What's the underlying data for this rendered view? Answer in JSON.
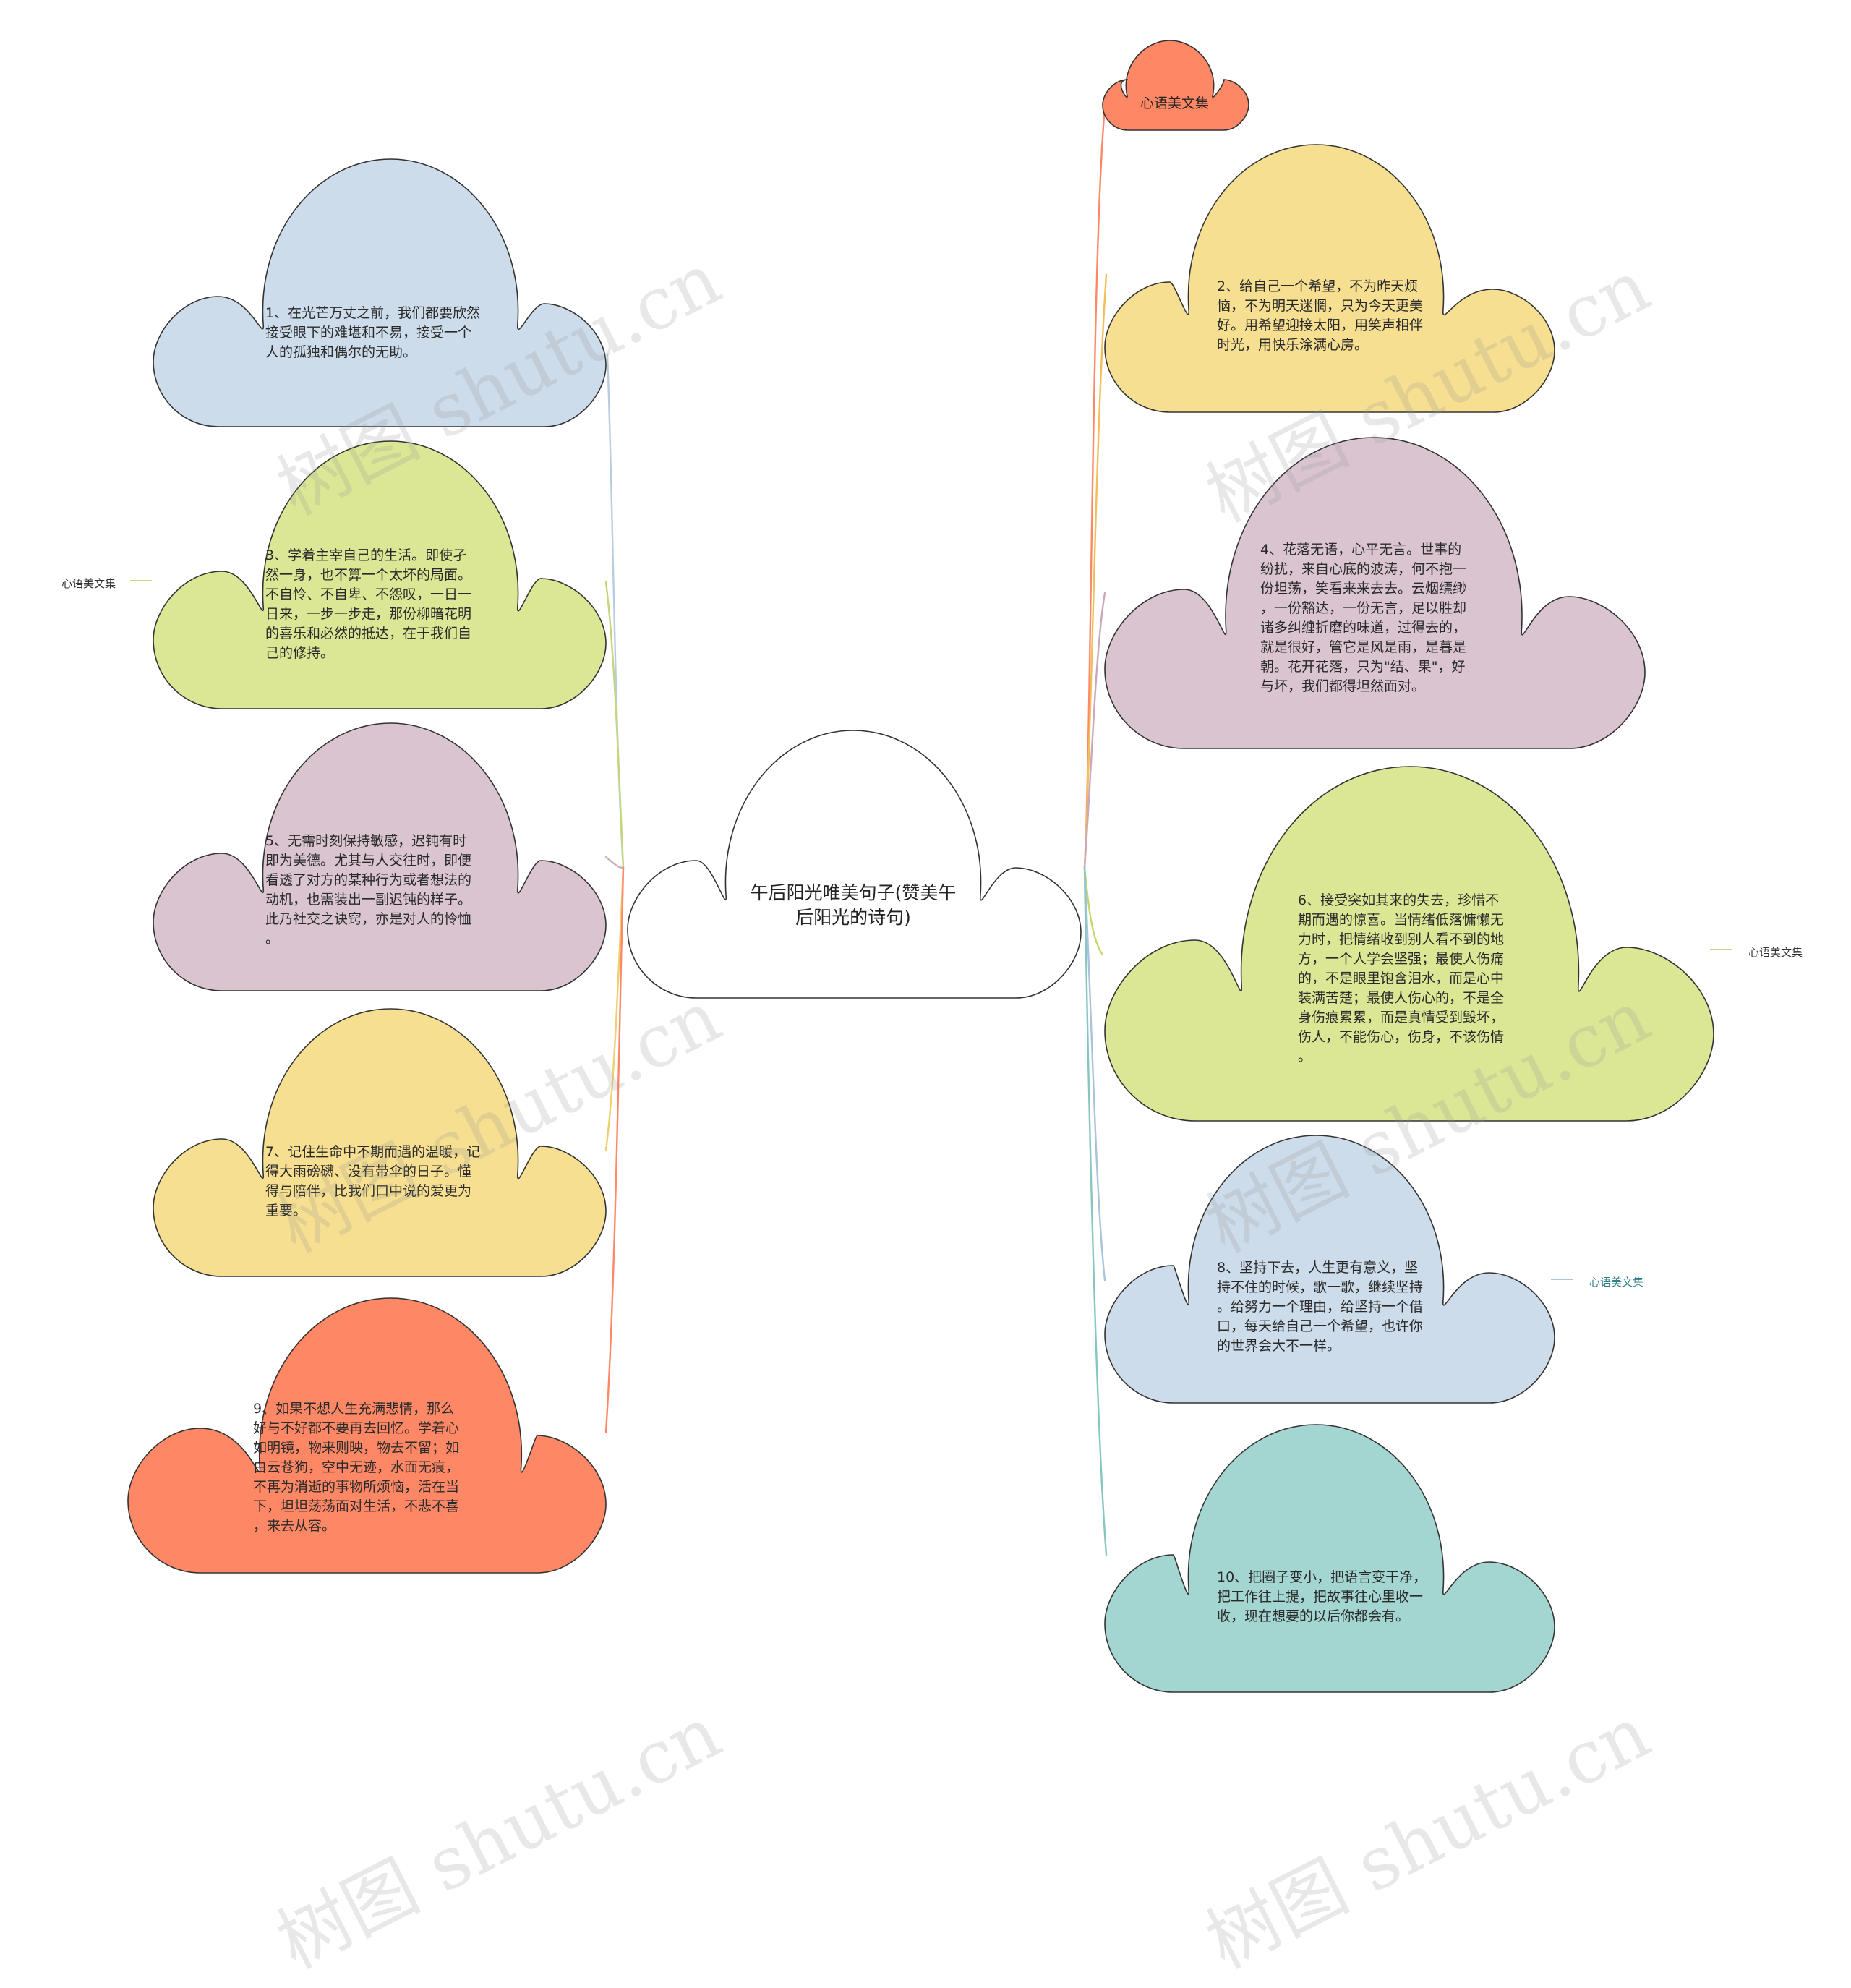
{
  "center": {
    "text": "午后阳光唯美句子(赞美午\n后阳光的诗句)"
  },
  "tags": {
    "top_right": "心语美文集",
    "left": "心语美文集",
    "right_mid": "心语美文集",
    "right_low": "心语美文集"
  },
  "nodes": {
    "n1": "1、在光芒万丈之前，我们都要欣然\n接受眼下的难堪和不易，接受一个\n人的孤独和偶尔的无助。",
    "n2": "2、给自己一个希望，不为昨天烦\n恼，不为明天迷惘，只为今天更美\n好。用希望迎接太阳，用笑声相伴\n时光，用快乐涂满心房。",
    "n3": "3、学着主宰自己的生活。即使孑\n然一身，也不算一个太坏的局面。\n不自怜、不自卑、不怨叹，一日一\n日来，一步一步走，那份柳暗花明\n的喜乐和必然的抵达，在于我们自\n己的修持。",
    "n4": "4、花落无语，心平无言。世事的\n纷扰，来自心底的波涛，何不抱一\n份坦荡，笑看来来去去。云烟缥缈\n，一份豁达，一份无言，足以胜却\n诸多纠缠折磨的味道，过得去的，\n就是很好，管它是风是雨，是暮是\n朝。花开花落，只为\"结、果\"，好\n与坏，我们都得坦然面对。",
    "n5": "5、无需时刻保持敏感，迟钝有时\n即为美德。尤其与人交往时，即便\n看透了对方的某种行为或者想法的\n动机，也需装出一副迟钝的样子。\n此乃社交之诀窍，亦是对人的怜恤\n。",
    "n6": "6、接受突如其来的失去，珍惜不\n期而遇的惊喜。当情绪低落慵懒无\n力时，把情绪收到别人看不到的地\n方，一个人学会坚强；最使人伤痛\n的，不是眼里饱含泪水，而是心中\n装满苦楚；最使人伤心的，不是全\n身伤痕累累，而是真情受到毁坏，\n伤人，不能伤心，伤身，不该伤情\n。",
    "n7": "7、记住生命中不期而遇的温暖，记\n得大雨磅礴、没有带伞的日子。懂\n得与陪伴，比我们口中说的爱更为\n重要。",
    "n8": "8、坚持下去，人生更有意义，坚\n持不住的时候，歌一歌，继续坚持\n。给努力一个理由，给坚持一个借\n口，每天给自己一个希望，也许你\n的世界会大不一样。",
    "n9": "9、如果不想人生充满悲情，那么\n好与不好都不要再去回忆。学着心\n如明镜，物来则映，物去不留；如\n白云苍狗，空中无迹，水面无痕，\n不再为消逝的事物所烦恼，活在当\n下，坦坦荡荡面对生活，不悲不喜\n，来去从容。",
    "n10": "10、把圈子变小，把语言变干净，\n把工作往上提，把故事往心里收一\n收，现在想要的以后你都会有。"
  },
  "watermark": "树图 shutu.cn",
  "colors": {
    "blue": "#cddcea",
    "green": "#dbe795",
    "purple": "#d9c4d0",
    "yellow": "#f7df91",
    "orange": "#fe8866",
    "teal": "#a3d5d1",
    "stroke": "#333333",
    "tag_teal": "#2e7f8c"
  }
}
